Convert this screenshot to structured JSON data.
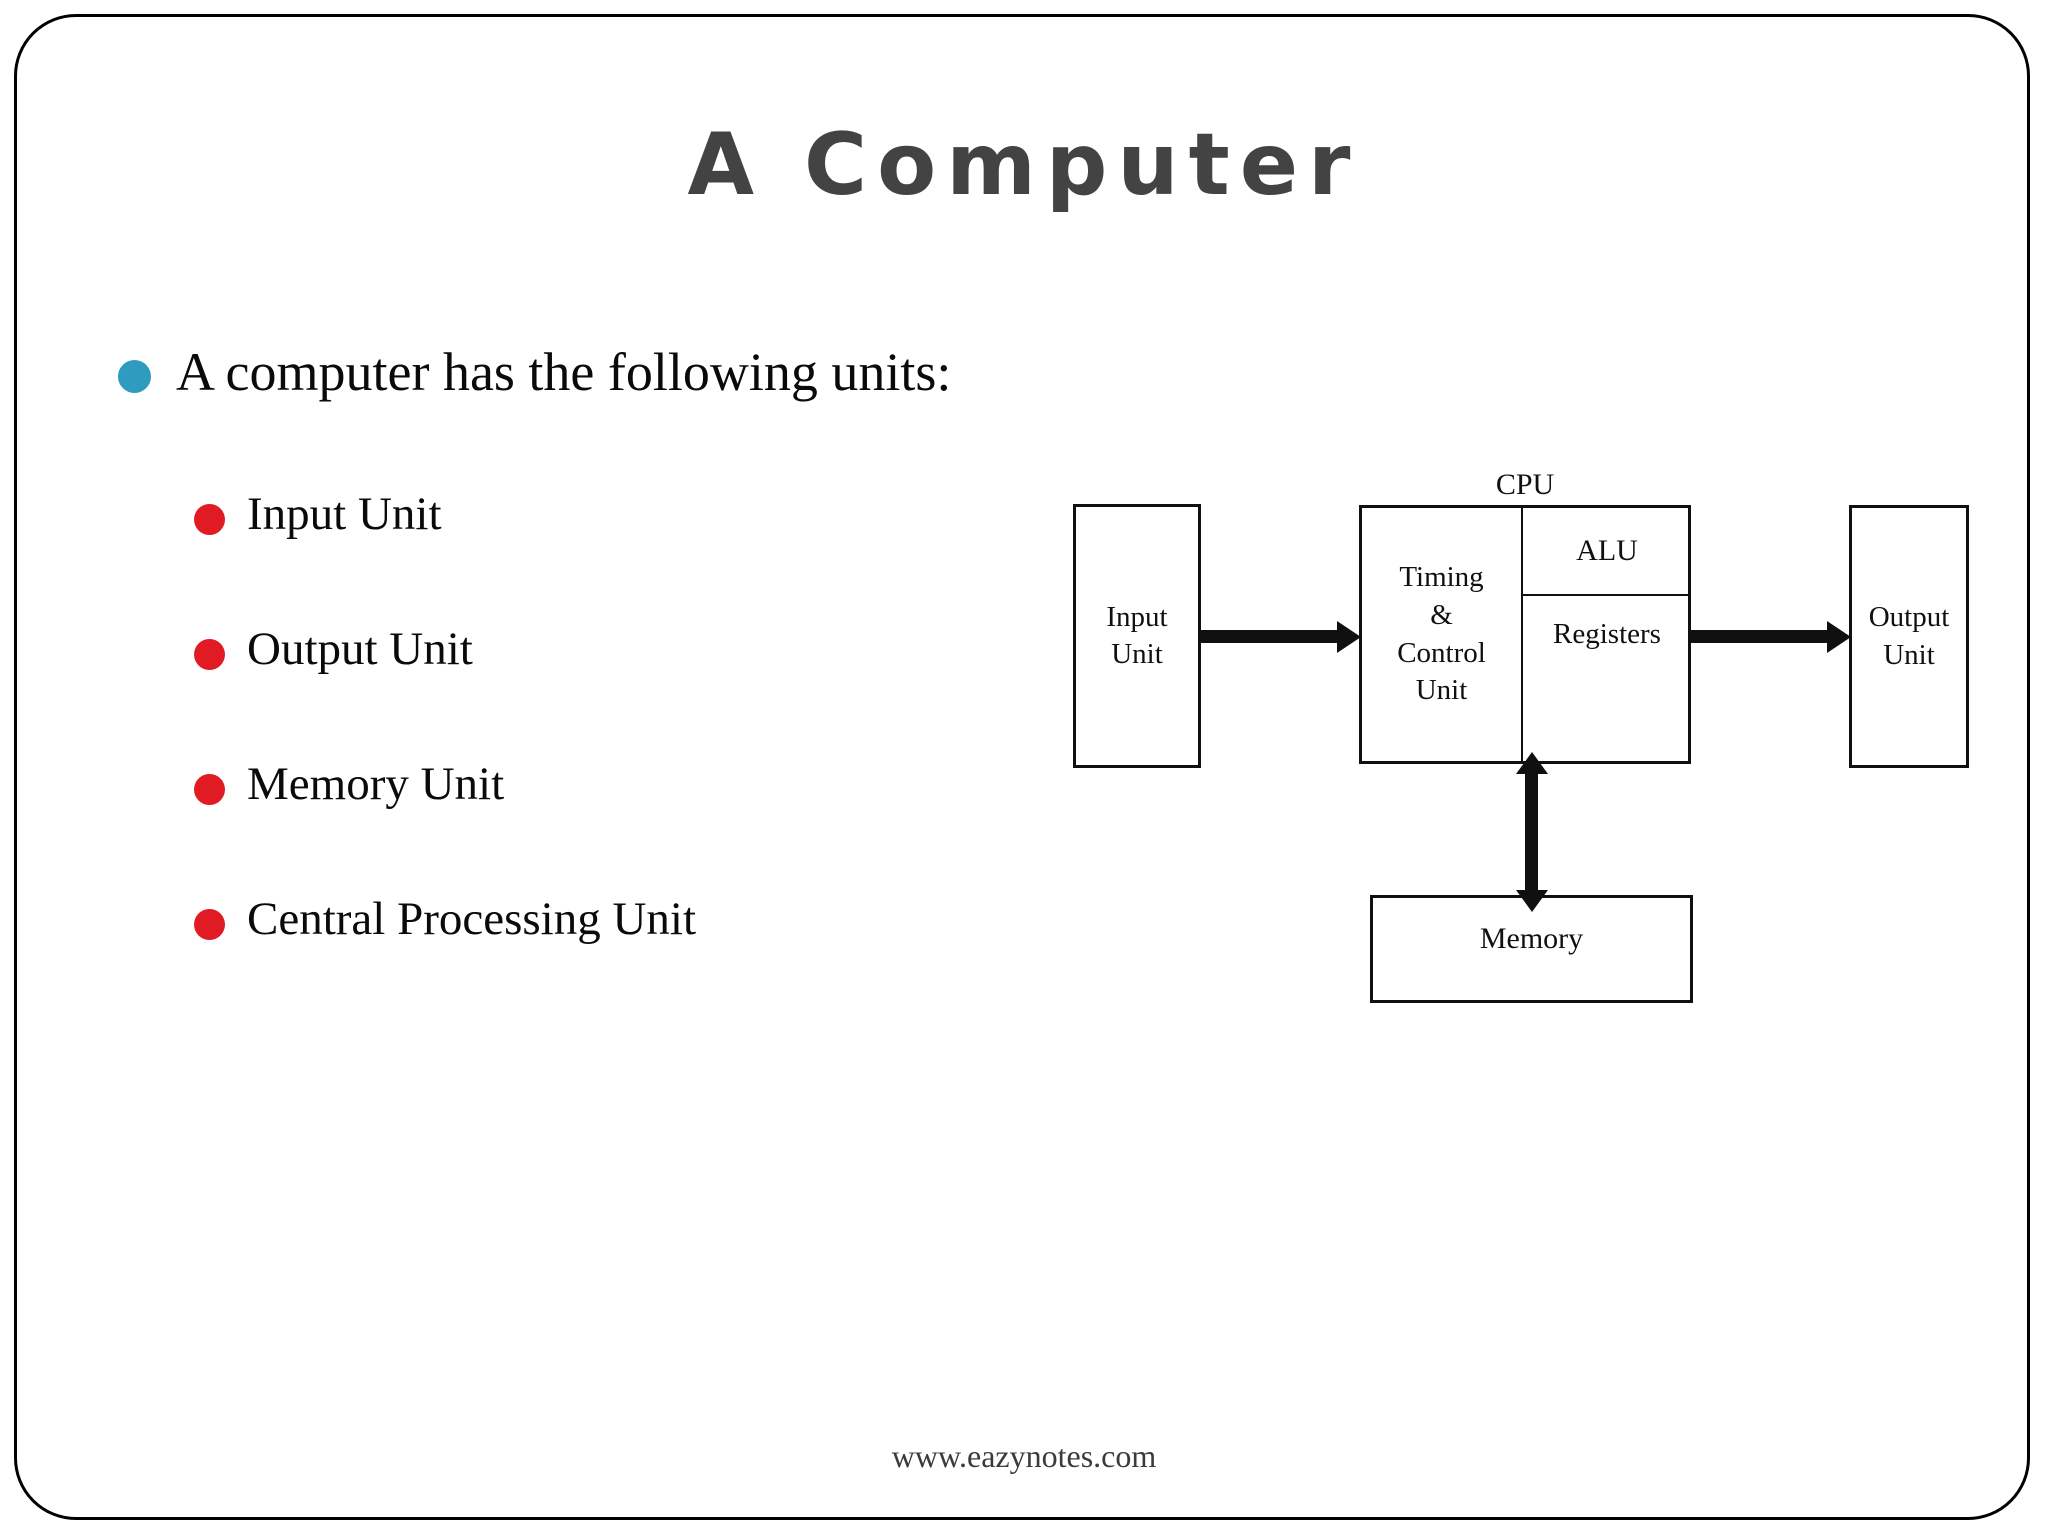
{
  "slide": {
    "title": "A Computer",
    "footer": "www.eazynotes.com",
    "accent_teal": "#2E9BBF",
    "accent_red": "#E01B24",
    "title_color": "#434343",
    "border_color": "#000000"
  },
  "bullets": {
    "lead": "A computer has the following units:",
    "items": [
      {
        "label": "Input Unit"
      },
      {
        "label": "Output Unit"
      },
      {
        "label": "Memory Unit"
      },
      {
        "label": "Central Processing Unit"
      }
    ]
  },
  "diagram": {
    "cpu_label": "CPU",
    "input_unit": "Input\nUnit",
    "input_unit_line1": "Input",
    "input_unit_line2": "Unit",
    "output_unit_line1": "Output",
    "output_unit_line2": "Unit",
    "control_unit_line1": "Timing",
    "control_unit_line2": "&",
    "control_unit_line3": "Control",
    "control_unit_line4": "Unit",
    "alu": "ALU",
    "registers": "Registers",
    "memory": "Memory"
  }
}
